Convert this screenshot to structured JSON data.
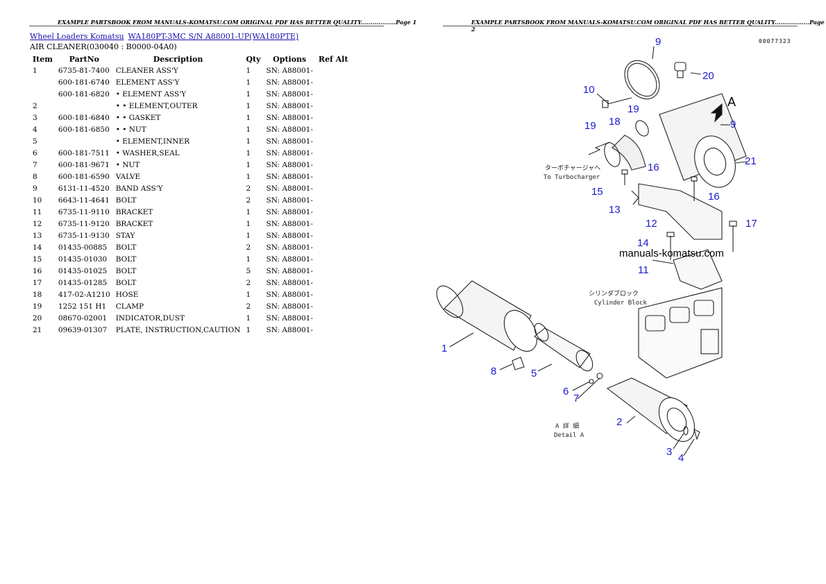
{
  "header": {
    "page1": "EXAMPLE PARTSBOOK FROM MANUALS-KOMATSU.COM ORIGINAL PDF HAS BETTER QUALITY..................Page 1",
    "page2": "EXAMPLE PARTSBOOK FROM MANUALS-KOMATSU.COM ORIGINAL PDF HAS BETTER QUALITY..................Page 2"
  },
  "breadcrumb": {
    "link1": "Wheel Loaders Komatsu",
    "link2": "WA180PT-3MC S/N A88001-UP(WA180PTE)"
  },
  "subtitle": "AIR CLEANER(030040 : B0000-04A0)",
  "table": {
    "headers": [
      "Item",
      "PartNo",
      "Description",
      "Qty",
      "Options",
      "Ref Alt"
    ],
    "rows": [
      {
        "item": "1",
        "partno": "6735-81-7400",
        "desc": "CLEANER ASS'Y",
        "qty": "1",
        "opt": "SN: A88001-"
      },
      {
        "item": "",
        "partno": "600-181-6740",
        "desc": "ELEMENT ASS'Y",
        "qty": "1",
        "opt": "SN: A88001-"
      },
      {
        "item": "",
        "partno": "600-181-6820",
        "desc": "• ELEMENT ASS'Y",
        "qty": "1",
        "opt": "SN: A88001-"
      },
      {
        "item": "2",
        "partno": "",
        "desc": "• • ELEMENT,OUTER",
        "qty": "1",
        "opt": "SN: A88001-"
      },
      {
        "item": "3",
        "partno": "600-181-6840",
        "desc": "• • GASKET",
        "qty": "1",
        "opt": "SN: A88001-"
      },
      {
        "item": "4",
        "partno": "600-181-6850",
        "desc": "• • NUT",
        "qty": "1",
        "opt": "SN: A88001-"
      },
      {
        "item": "5",
        "partno": "",
        "desc": "• ELEMENT,INNER",
        "qty": "1",
        "opt": "SN: A88001-"
      },
      {
        "item": "6",
        "partno": "600-181-7511",
        "desc": "• WASHER,SEAL",
        "qty": "1",
        "opt": "SN: A88001-"
      },
      {
        "item": "7",
        "partno": "600-181-9671",
        "desc": "• NUT",
        "qty": "1",
        "opt": "SN: A88001-"
      },
      {
        "item": "8",
        "partno": "600-181-6590",
        "desc": "VALVE",
        "qty": "1",
        "opt": "SN: A88001-"
      },
      {
        "item": "9",
        "partno": "6131-11-4520",
        "desc": "BAND ASS'Y",
        "qty": "2",
        "opt": "SN: A88001-"
      },
      {
        "item": "10",
        "partno": "6643-11-4641",
        "desc": "BOLT",
        "qty": "2",
        "opt": "SN: A88001-"
      },
      {
        "item": "11",
        "partno": "6735-11-9110",
        "desc": "BRACKET",
        "qty": "1",
        "opt": "SN: A88001-"
      },
      {
        "item": "12",
        "partno": "6735-11-9120",
        "desc": "BRACKET",
        "qty": "1",
        "opt": "SN: A88001-"
      },
      {
        "item": "13",
        "partno": "6735-11-9130",
        "desc": "STAY",
        "qty": "1",
        "opt": "SN: A88001-"
      },
      {
        "item": "14",
        "partno": "01435-00885",
        "desc": "BOLT",
        "qty": "2",
        "opt": "SN: A88001-"
      },
      {
        "item": "15",
        "partno": "01435-01030",
        "desc": "BOLT",
        "qty": "1",
        "opt": "SN: A88001-"
      },
      {
        "item": "16",
        "partno": "01435-01025",
        "desc": "BOLT",
        "qty": "5",
        "opt": "SN: A88001-"
      },
      {
        "item": "17",
        "partno": "01435-01285",
        "desc": "BOLT",
        "qty": "2",
        "opt": "SN: A88001-"
      },
      {
        "item": "18",
        "partno": "417-02-A1210",
        "desc": "HOSE",
        "qty": "1",
        "opt": "SN: A88001-"
      },
      {
        "item": "19",
        "partno": "1252 151 H1",
        "desc": "CLAMP",
        "qty": "2",
        "opt": "SN: A88001-"
      },
      {
        "item": "20",
        "partno": "08670-02001",
        "desc": "INDICATOR,DUST",
        "qty": "1",
        "opt": "SN: A88001-"
      },
      {
        "item": "21",
        "partno": "09639-01307",
        "desc": "PLATE, INSTRUCTION,CAUTION",
        "qty": "1",
        "opt": "SN: A88001-"
      }
    ]
  },
  "diagram": {
    "ref_number": "00077323",
    "watermark": "manuals-komatsu.com",
    "turbo_jp": "ターボチャージャへ",
    "turbo_en": "To Turbocharger",
    "block_jp": "シリンダブロック",
    "block_en": "Cylinder Block",
    "detail_jp": "A 詳 細",
    "detail_en": "Detail A",
    "arrow_label": "A",
    "callouts": [
      "1",
      "2",
      "3",
      "4",
      "5",
      "6",
      "7",
      "8",
      "9",
      "9",
      "10",
      "11",
      "12",
      "13",
      "14",
      "15",
      "16",
      "16",
      "17",
      "18",
      "19",
      "19",
      "20",
      "21"
    ]
  }
}
